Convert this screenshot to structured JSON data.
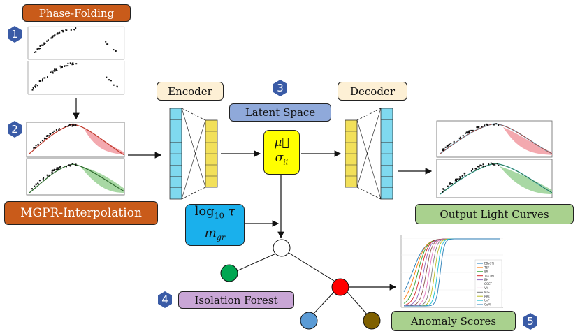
{
  "steps": {
    "phase_folding": "Phase-Folding",
    "mgpr_interpolation": "MGPR-Interpolation",
    "encoder": "Encoder",
    "latent_space": "Latent Space",
    "decoder": "Decoder",
    "output_light_curves": "Output Light Curves",
    "isolation_forest": "Isolation Forest",
    "anomaly_scores": "Anomaly Scores"
  },
  "badges": [
    "1",
    "2",
    "3",
    "4",
    "5"
  ],
  "latent": {
    "mu": "μ⃗",
    "sigma_base": "σ",
    "sigma_sub": "ii"
  },
  "features": {
    "tau_log": "log",
    "tau_base": "10",
    "tau_sym": "τ",
    "m_base": "m",
    "m_sub": "gr"
  },
  "legend": [
    "EBs(-?)",
    "TSF",
    "SR",
    "TDC(R)",
    "BH",
    "OSCT",
    "VA",
    "MrS",
    "RRs",
    "UvF",
    "CeM"
  ],
  "colors": {
    "phase_label": "#c95b1a",
    "latent_label": "#8fa9da",
    "forest_label": "#c9a6d6",
    "green_label": "#a9d18e",
    "encoder_label": "#fdf0d5",
    "badge": "#3a5ba6",
    "cyan": "#7fd9ef",
    "yellow": "#f2e05a",
    "latent_box": "#ffff00",
    "feature_box": "#1ab0ec",
    "red_band": "#f2a0a6",
    "green_band": "#9fd49a",
    "node_green": "#00a651",
    "node_red": "#ff0000",
    "node_blue": "#5b9bd5",
    "node_brown": "#7f6000"
  }
}
